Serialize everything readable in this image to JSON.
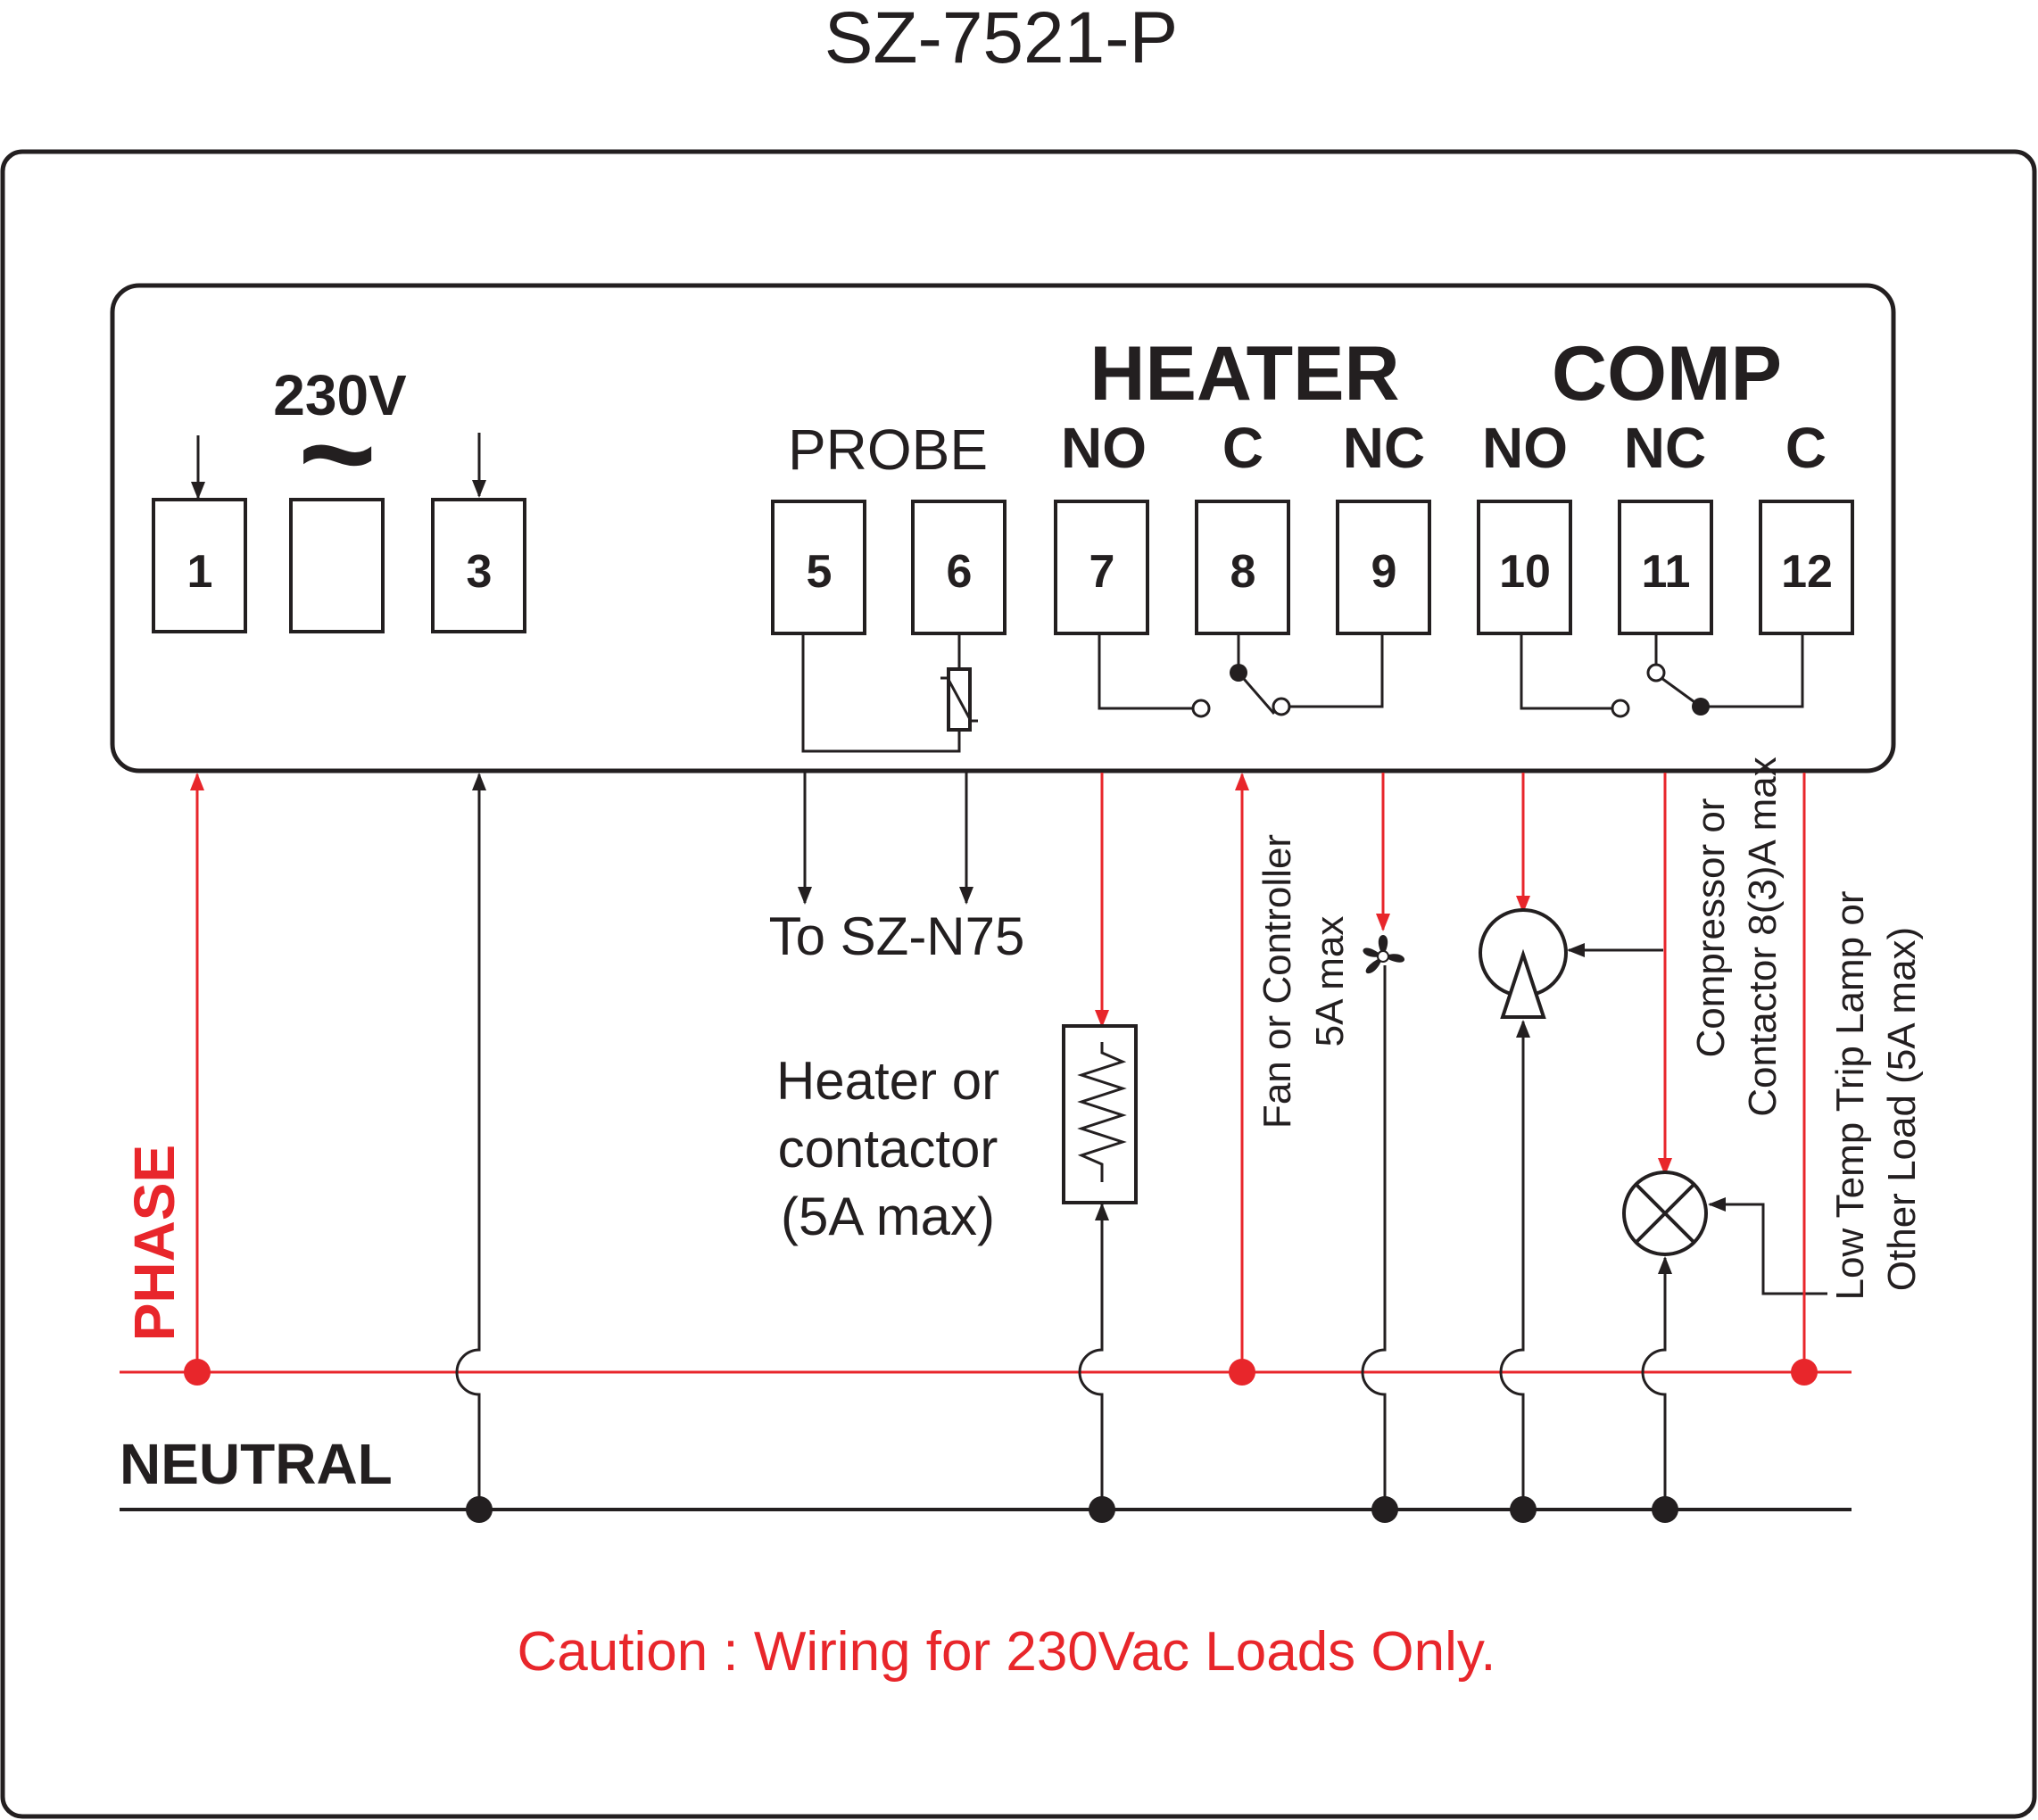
{
  "title": "SZ-7521-P",
  "supply_label": "230V",
  "supply_symbol": "~",
  "group_labels": {
    "probe": "PROBE",
    "heater": "HEATER",
    "comp": "COMP"
  },
  "contact_labels": {
    "heater_no": "NO",
    "heater_c": "C",
    "heater_nc": "NC",
    "comp_no": "NO",
    "comp_nc": "NC",
    "comp_c": "C"
  },
  "terminals": [
    "1",
    "3",
    "5",
    "6",
    "7",
    "8",
    "9",
    "10",
    "11",
    "12"
  ],
  "loads": {
    "probe": "To SZ-N75",
    "heater_line1": "Heater or",
    "heater_line2": "contactor",
    "heater_line3": "(5A max)",
    "fan_line1": "Fan or Controller",
    "fan_line2": "5A max",
    "comp_line1": "Compressor or",
    "comp_line2": "Contactor 8(3)A max",
    "lamp_line1": "Low Temp Trip Lamp or",
    "lamp_line2": "Other Load (5A max)"
  },
  "rails": {
    "phase": "PHASE",
    "neutral": "NEUTRAL"
  },
  "caution": "Caution : Wiring for 230Vac Loads Only.",
  "colors": {
    "line": "#231f20",
    "phase": "#e8262b"
  }
}
